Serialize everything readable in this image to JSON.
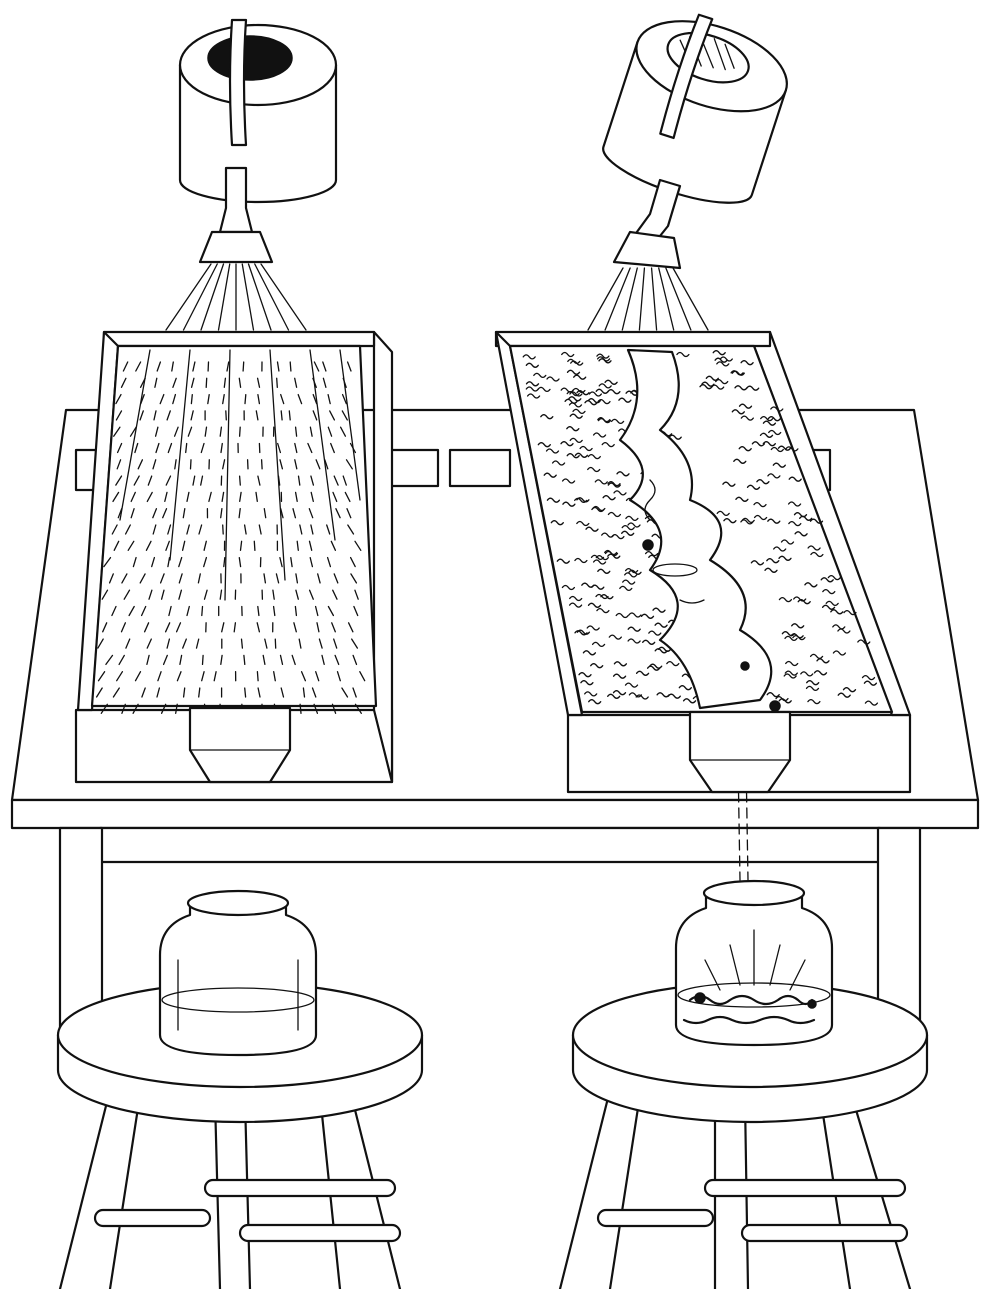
{
  "figure": {
    "subject": "two-tray-runoff-experiment",
    "palette": {
      "ink": "#111111",
      "paper": "#ffffff"
    },
    "left_setup": {
      "cover": "grass",
      "runoff_in_jar": "clear"
    },
    "right_setup": {
      "cover": "bare-soil",
      "runoff_in_jar": "sediment"
    }
  }
}
